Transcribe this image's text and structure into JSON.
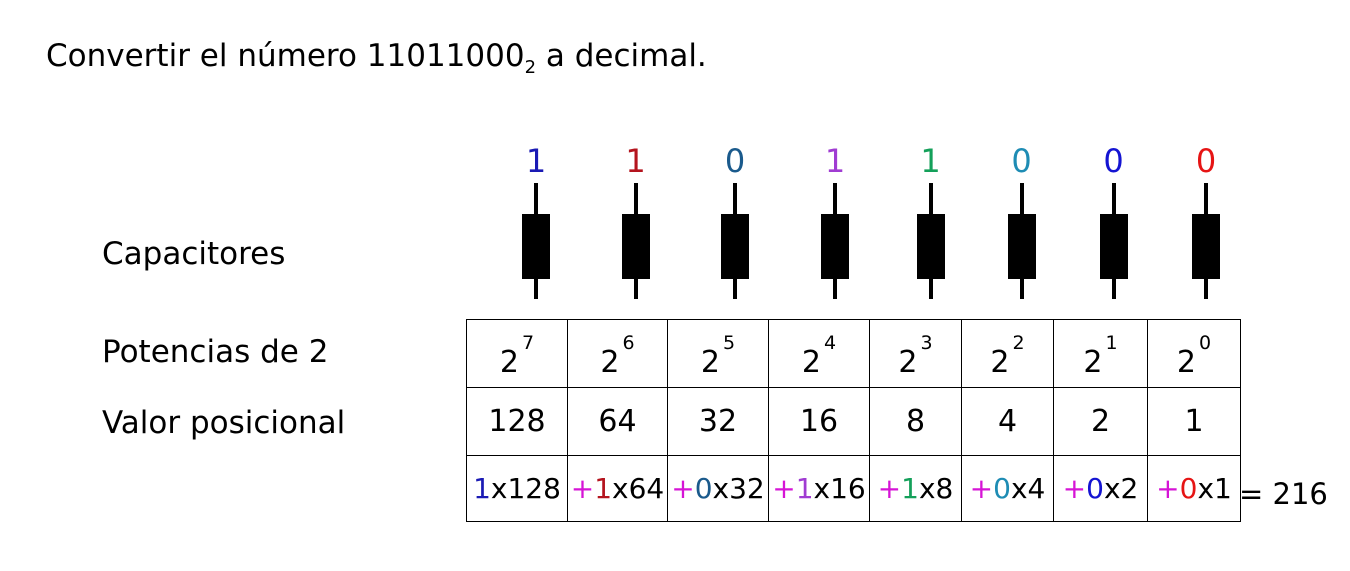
{
  "title": {
    "text_before": "Convertir el número 11011000",
    "subscript": "2",
    "text_after": " a decimal."
  },
  "labels": {
    "capacitors": "Capacitores",
    "powers": "Potencias de 2",
    "positional": "Valor posicional"
  },
  "columns": [
    {
      "bit": "1",
      "bit_color": "#1a1ab4",
      "base": "2",
      "exponent": "7",
      "value": "128",
      "term_plus": "",
      "term_digit": "1",
      "term_rest": "x128"
    },
    {
      "bit": "1",
      "bit_color": "#b4141e",
      "base": "2",
      "exponent": "6",
      "value": "64",
      "term_plus": "+",
      "term_digit": "1",
      "term_rest": "x64"
    },
    {
      "bit": "0",
      "bit_color": "#1a5a8c",
      "base": "2",
      "exponent": "5",
      "value": "32",
      "term_plus": "+",
      "term_digit": "0",
      "term_rest": "x32"
    },
    {
      "bit": "1",
      "bit_color": "#a03cd2",
      "base": "2",
      "exponent": "4",
      "value": "16",
      "term_plus": "+",
      "term_digit": "1",
      "term_rest": "x16"
    },
    {
      "bit": "1",
      "bit_color": "#14a05a",
      "base": "2",
      "exponent": "3",
      "value": "8",
      "term_plus": "+",
      "term_digit": "1",
      "term_rest": "x8"
    },
    {
      "bit": "0",
      "bit_color": "#1e8cb4",
      "base": "2",
      "exponent": "2",
      "value": "4",
      "term_plus": "+",
      "term_digit": "0",
      "term_rest": "x4"
    },
    {
      "bit": "0",
      "bit_color": "#1414d2",
      "base": "2",
      "exponent": "1",
      "value": "2",
      "term_plus": "+",
      "term_digit": "0",
      "term_rest": "x2"
    },
    {
      "bit": "0",
      "bit_color": "#e61414",
      "base": "2",
      "exponent": "0",
      "value": "1",
      "term_plus": "+",
      "term_digit": "0",
      "term_rest": "x1"
    }
  ],
  "result": "= 216",
  "colors": {
    "plus": "#d614d6",
    "capacitor": "#000000"
  },
  "icons": {
    "capacitor": "capacitor-icon"
  }
}
